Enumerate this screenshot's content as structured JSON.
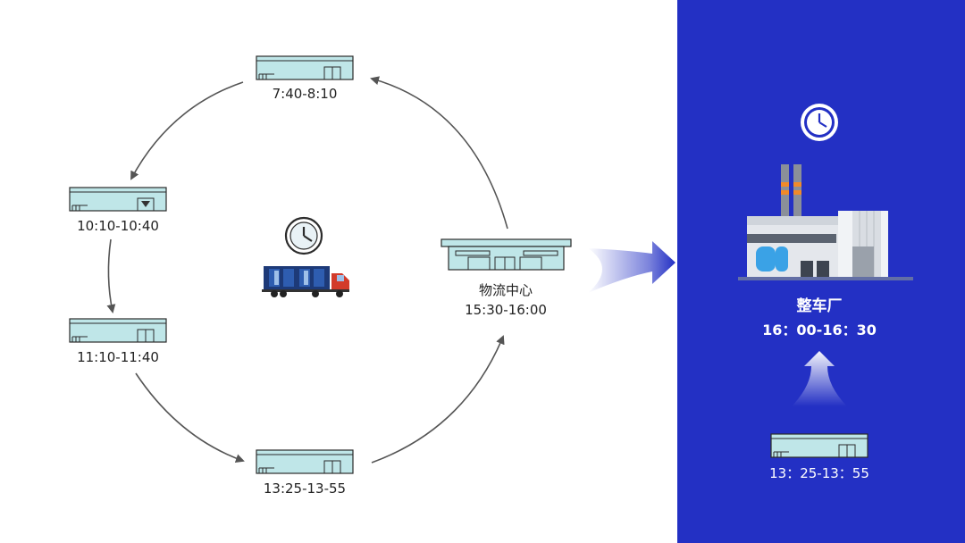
{
  "loop": {
    "stops": [
      {
        "id": "stop-1",
        "time": "7:40-8:10"
      },
      {
        "id": "stop-2",
        "time": "10:10-10:40"
      },
      {
        "id": "stop-3",
        "time": "11:10-11:40"
      },
      {
        "id": "stop-4",
        "time": "13:25-13-55"
      }
    ],
    "center": {
      "name": "物流中心",
      "time": "15:30-16:00"
    }
  },
  "factory": {
    "name": "整车厂",
    "time": "16：00-16：30"
  },
  "supplier": {
    "time": "13：25-13：55"
  },
  "icons": {
    "clock_left": "clock-icon",
    "truck": "truck-icon",
    "clock_right": "clock-icon",
    "factory": "factory-icon",
    "warehouse": "warehouse-icon"
  },
  "colors": {
    "panel": "#2330c4",
    "warehouse_fill": "#bfe6e8",
    "truck_container": "#1d3a78",
    "truck_cab": "#d23b2a",
    "arrow": "#555555"
  }
}
